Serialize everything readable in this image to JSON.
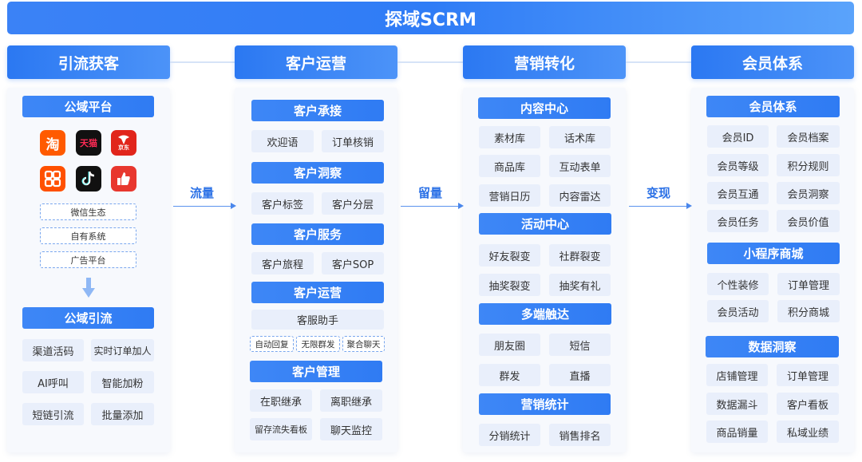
{
  "title": "探域SCRM",
  "columns": [
    {
      "title": "引流获客"
    },
    {
      "title": "客户运营"
    },
    {
      "title": "营销转化"
    },
    {
      "title": "会员体系"
    }
  ],
  "flows": [
    "流量",
    "留量",
    "变现"
  ],
  "col1": {
    "sec1": "公域平台",
    "apps": {
      "taobao": "淘",
      "tmall": "天猫",
      "jd": "京东"
    },
    "dash": [
      "微信生态",
      "自有系统",
      "广告平台"
    ],
    "sec2": "公域引流",
    "items": [
      "渠道活码",
      "实时订单加人",
      "AI呼叫",
      "智能加粉",
      "短链引流",
      "批量添加"
    ]
  },
  "col2": {
    "s1": "客户承接",
    "s1items": [
      "欢迎语",
      "订单核销"
    ],
    "s2": "客户洞察",
    "s2items": [
      "客户标签",
      "客户分层"
    ],
    "s3": "客户服务",
    "s3items": [
      "客户旅程",
      "客户SOP"
    ],
    "s4": "客户运营",
    "s4item": "客服助手",
    "s4small": [
      "自动回复",
      "无限群发",
      "聚合聊天"
    ],
    "s5": "客户管理",
    "s5items": [
      "在职继承",
      "离职继承",
      "留存流失看板",
      "聊天监控"
    ]
  },
  "col3": {
    "s1": "内容中心",
    "s1items": [
      "素材库",
      "话术库",
      "商品库",
      "互动表单",
      "营销日历",
      "内容雷达"
    ],
    "s2": "活动中心",
    "s2items": [
      "好友裂变",
      "社群裂变",
      "抽奖裂变",
      "抽奖有礼"
    ],
    "s3": "多端触达",
    "s3items": [
      "朋友圈",
      "短信",
      "群发",
      "直播"
    ],
    "s4": "营销统计",
    "s4items": [
      "分销统计",
      "销售排名"
    ]
  },
  "col4": {
    "s1": "会员体系",
    "s1items": [
      "会员ID",
      "会员档案",
      "会员等级",
      "积分规则",
      "会员互通",
      "会员洞察",
      "会员任务",
      "会员价值"
    ],
    "s2": "小程序商城",
    "s2items": [
      "个性装修",
      "订单管理",
      "会员活动",
      "积分商城"
    ],
    "s3": "数据洞察",
    "s3items": [
      "店铺管理",
      "订单管理",
      "数据漏斗",
      "客户看板",
      "商品销量",
      "私域业绩"
    ]
  },
  "colors": {
    "primary": "#2f7bf3",
    "item_bg": "#e9effb",
    "flow": "#2a70e6"
  }
}
